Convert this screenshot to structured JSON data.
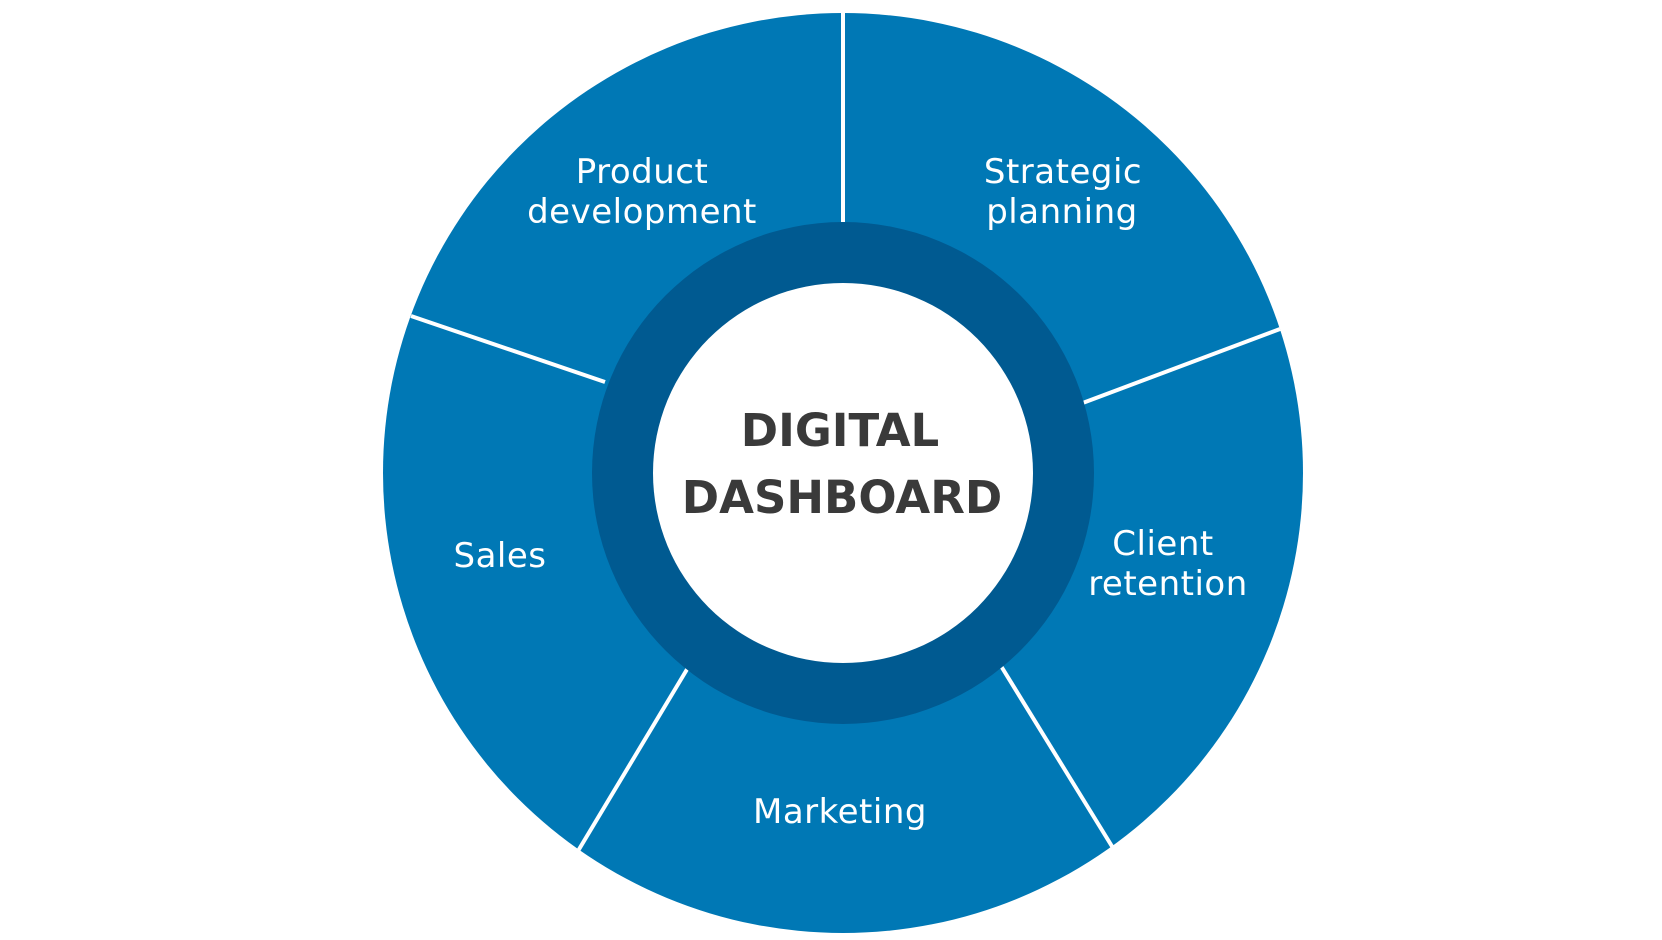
{
  "center": {
    "line1": "DIGITAL",
    "line2": "DASHBOARD"
  },
  "segments": [
    {
      "id": "strategic-planning",
      "line1": "Strategic",
      "line2": "planning"
    },
    {
      "id": "client-retention",
      "line1": "Client",
      "line2": "retention"
    },
    {
      "id": "marketing",
      "line1": "Marketing",
      "line2": ""
    },
    {
      "id": "sales",
      "line1": "Sales",
      "line2": ""
    },
    {
      "id": "product-development",
      "line1": "Product",
      "line2": "development"
    }
  ],
  "colors": {
    "segment_fill": "#0078b5",
    "inner_ring": "#005a91",
    "center_fill": "#ffffff",
    "divider": "#ffffff",
    "center_text": "#3a3a3a",
    "label_text": "#ffffff"
  }
}
